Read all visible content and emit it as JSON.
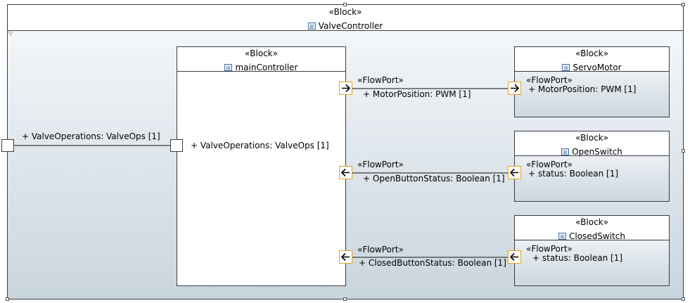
{
  "container": {
    "stereotype": "«Block»",
    "name": "ValveController",
    "icon": "block-icon",
    "port_label": "+ ValveOperations: ValveOps [1]"
  },
  "main_controller": {
    "stereotype": "«Block»",
    "name": "mainController",
    "port_label": "+ ValveOperations: ValveOps [1]"
  },
  "servo_motor": {
    "stereotype": "«Block»",
    "name": "ServoMotor",
    "port_stereotype": "«FlowPort»",
    "port_label": "+ MotorPosition: PWM [1]"
  },
  "open_switch": {
    "stereotype": "«Block»",
    "name": "OpenSwitch",
    "port_stereotype": "«FlowPort»",
    "port_label": "+ status: Boolean [1]"
  },
  "closed_switch": {
    "stereotype": "«Block»",
    "name": "ClosedSwitch",
    "port_stereotype": "«FlowPort»",
    "port_label": "+ status: Boolean [1]"
  },
  "controller_ports": [
    {
      "stereotype": "«FlowPort»",
      "label": "+ MotorPosition: PWM [1]",
      "direction": "out"
    },
    {
      "stereotype": "«FlowPort»",
      "label": "+ OpenButtonStatus: Boolean [1]",
      "direction": "in"
    },
    {
      "stereotype": "«FlowPort»",
      "label": "+ ClosedButtonStatus: Boolean [1]",
      "direction": "in"
    }
  ],
  "icons": {
    "block": "block-icon",
    "collapse": "collapse-triangle-icon",
    "arrow_right": "arrow-right-icon",
    "arrow_left": "arrow-left-icon"
  },
  "colors": {
    "port_border": "#e8a020",
    "line": "#3c3c3c"
  }
}
